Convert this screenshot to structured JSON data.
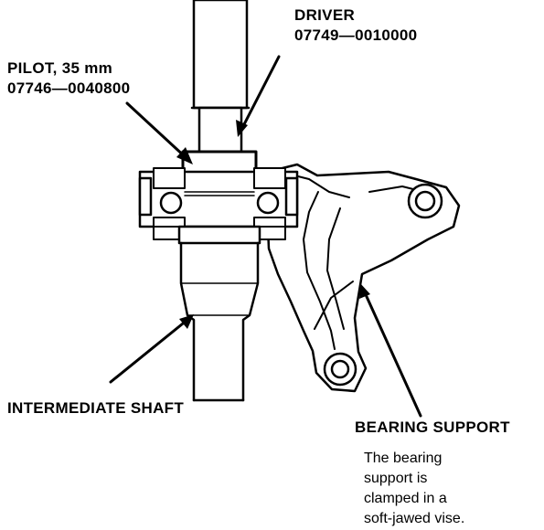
{
  "labels": {
    "driver_name": "DRIVER",
    "driver_part": "07749—0010000",
    "pilot_name": "PILOT, 35 mm",
    "pilot_part": "07746—0040800",
    "shaft": "INTERMEDIATE SHAFT",
    "bearing_support": "BEARING SUPPORT"
  },
  "note": {
    "line1": "The bearing",
    "line2": "support is",
    "line3": "clamped in a",
    "line4": "soft-jawed vise."
  }
}
